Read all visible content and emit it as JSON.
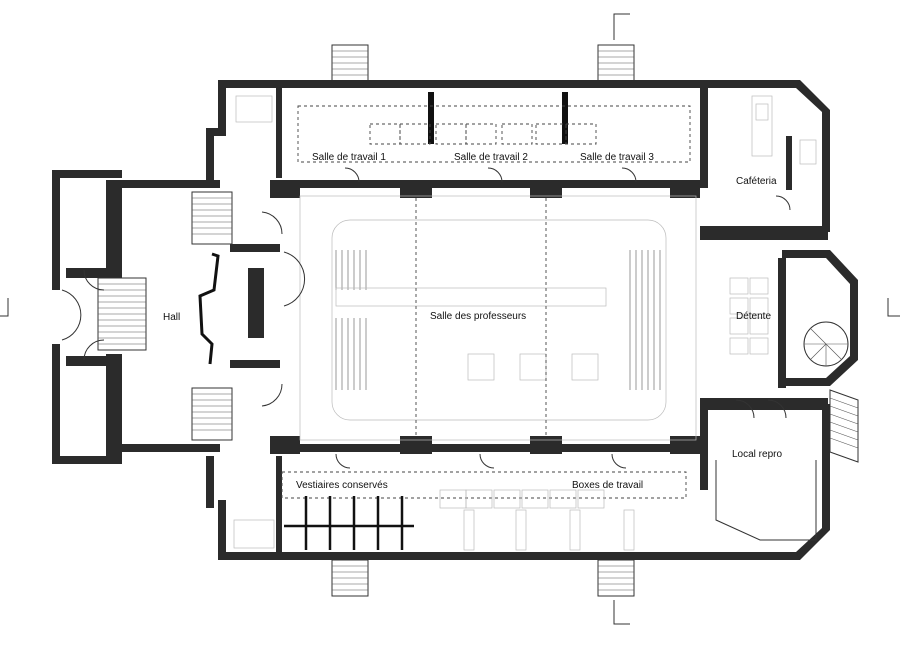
{
  "rooms": {
    "salle_travail_1": "Salle de travail 1",
    "salle_travail_2": "Salle de travail 2",
    "salle_travail_3": "Salle de travail 3",
    "cafeteria": "Caféteria",
    "hall": "Hall",
    "salle_professeurs": "Salle des professeurs",
    "detente": "Détente",
    "local_repro": "Local repro",
    "vestiaires": "Vestiaires conservés",
    "boxes": "Boxes de travail"
  }
}
